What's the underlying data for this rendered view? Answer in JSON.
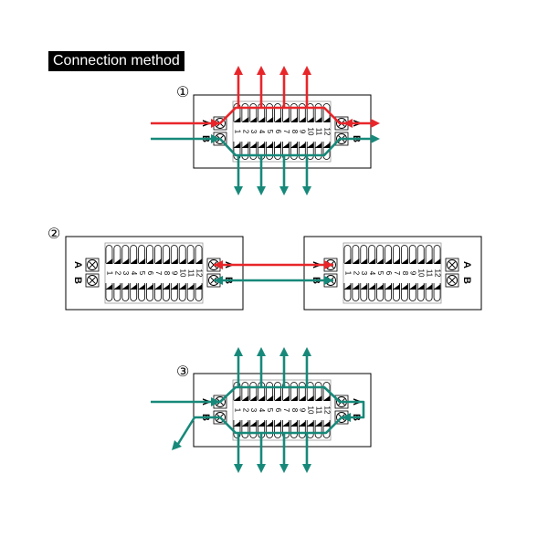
{
  "title": "Connection method",
  "colors": {
    "red": "#e8262a",
    "teal": "#17897a",
    "line": "#000000"
  },
  "terminals": [
    "1",
    "2",
    "3",
    "4",
    "5",
    "6",
    "7",
    "8",
    "9",
    "10",
    "11",
    "12"
  ],
  "labels": {
    "a": "A",
    "b": "B"
  },
  "diagrams": [
    {
      "marker": "①"
    },
    {
      "marker": "②"
    },
    {
      "marker": "③"
    }
  ]
}
